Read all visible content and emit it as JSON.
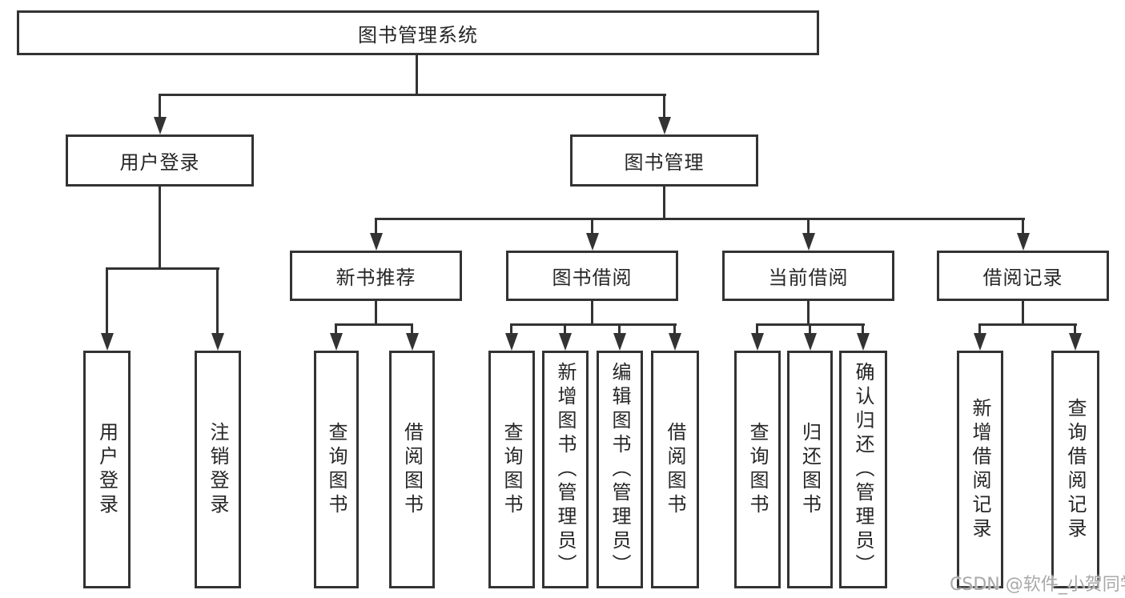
{
  "tree": {
    "root": "图书管理系统",
    "branches": [
      {
        "label": "用户登录",
        "children": [
          "用户登录",
          "注销登录"
        ]
      },
      {
        "label": "图书管理",
        "groups": [
          {
            "label": "新书推荐",
            "children": [
              "查询图书",
              "借阅图书"
            ]
          },
          {
            "label": "图书借阅",
            "children": [
              "查询图书",
              "新增图书（管理员）",
              "编辑图书（管理员）",
              "借阅图书"
            ]
          },
          {
            "label": "当前借阅",
            "children": [
              "查询图书",
              "归还图书",
              "确认归还（管理员）"
            ]
          },
          {
            "label": "借阅记录",
            "children": [
              "新增借阅记录",
              "查询借阅记录"
            ]
          }
        ]
      }
    ]
  },
  "watermark": {
    "text": "CSDN @软件_小贺同学"
  },
  "colors": {
    "line": "#333333",
    "text": "#262626",
    "background": "#ffffff",
    "watermark": "#a9a9a9"
  }
}
